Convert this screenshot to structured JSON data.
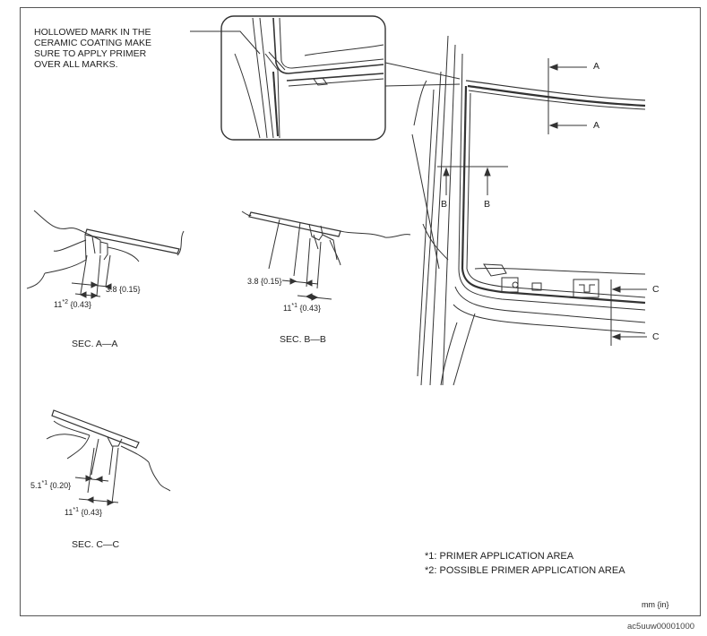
{
  "callout": {
    "lines": [
      "HOLLOWED MARK IN THE",
      "CERAMIC COATING MAKE",
      "SURE TO APPLY PRIMER",
      "OVER ALL MARKS."
    ]
  },
  "section_marks": {
    "a_top": "A",
    "a_bottom": "A",
    "b_left": "B",
    "b_right": "B",
    "c_top": "C",
    "c_bottom": "C"
  },
  "sections": {
    "aa": {
      "title": "SEC. A—A",
      "dim_small": "3.8 {0.15}",
      "dim_large_base": "11",
      "dim_large_sup": "*2",
      "dim_large_unit": "{0.43}"
    },
    "bb": {
      "title": "SEC. B—B",
      "dim_small": "3.8 {0.15}",
      "dim_large_base": "11",
      "dim_large_sup": "*1",
      "dim_large_unit": "{0.43}"
    },
    "cc": {
      "title": "SEC. C—C",
      "dim_small_base": "5.1",
      "dim_small_sup": "*1",
      "dim_small_unit": "{0.20}",
      "dim_large_base": "11",
      "dim_large_sup": "*1",
      "dim_large_unit": "{0.43}"
    }
  },
  "notes": {
    "n1": "*1:  PRIMER APPLICATION AREA",
    "n2": "*2:  POSSIBLE PRIMER APPLICATION AREA"
  },
  "units": "mm {in}",
  "figure_code": "ac5uuw00001000"
}
